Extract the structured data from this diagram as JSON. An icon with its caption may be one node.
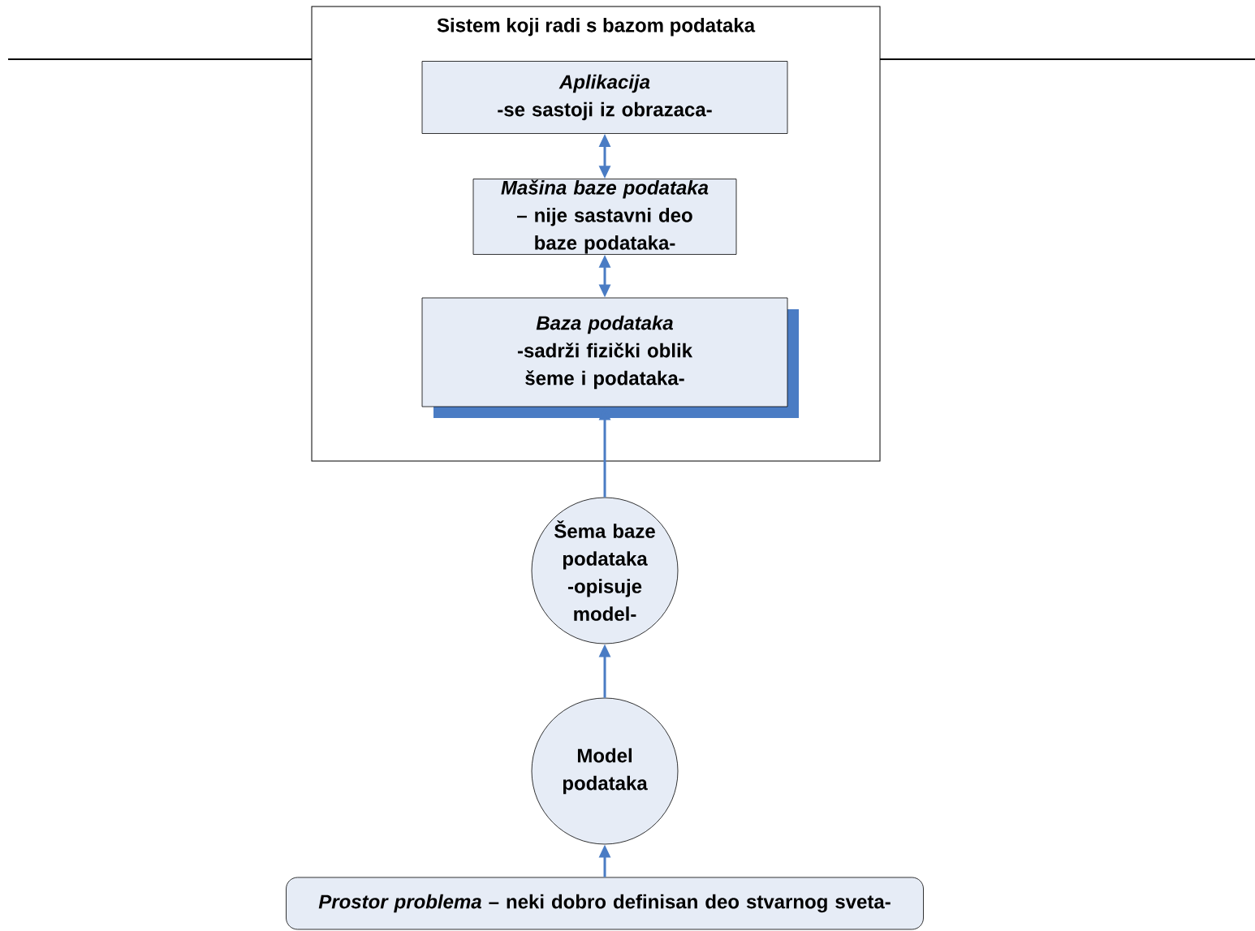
{
  "diagram": {
    "nodes": [
      {
        "text": [
          "Sistem koji radi s bazom podataka"
        ]
      },
      {
        "text": [
          "Aplikacija",
          "-se sastoji iz obrazaca-"
        ],
        "in": 0
      },
      {
        "text": [
          "Mašina baze podataka",
          "– nije sastavni deo baze podataka-"
        ],
        "in": 0
      },
      {
        "text": [
          "Baza podataka",
          "-sadrži fizički oblik šeme i podataka-"
        ],
        "in": 0
      },
      {
        "text": [
          "Šema baze podataka -opisuje model-"
        ]
      },
      {
        "text": [
          "Model podataka"
        ]
      },
      {
        "text": [
          "*Prostor problema* – neki dobro definisan deo stvarnog sveta-"
        ]
      }
    ],
    "edges": [
      {
        "from": 1,
        "to": 2,
        "arrow": "both"
      },
      {
        "from": 2,
        "to": 3,
        "arrow": "both"
      },
      {
        "from": 4,
        "to": 3,
        "arrow": "to"
      },
      {
        "from": 5,
        "to": 4,
        "arrow": "to"
      },
      {
        "from": 6,
        "to": 5,
        "arrow": "to"
      }
    ]
  }
}
